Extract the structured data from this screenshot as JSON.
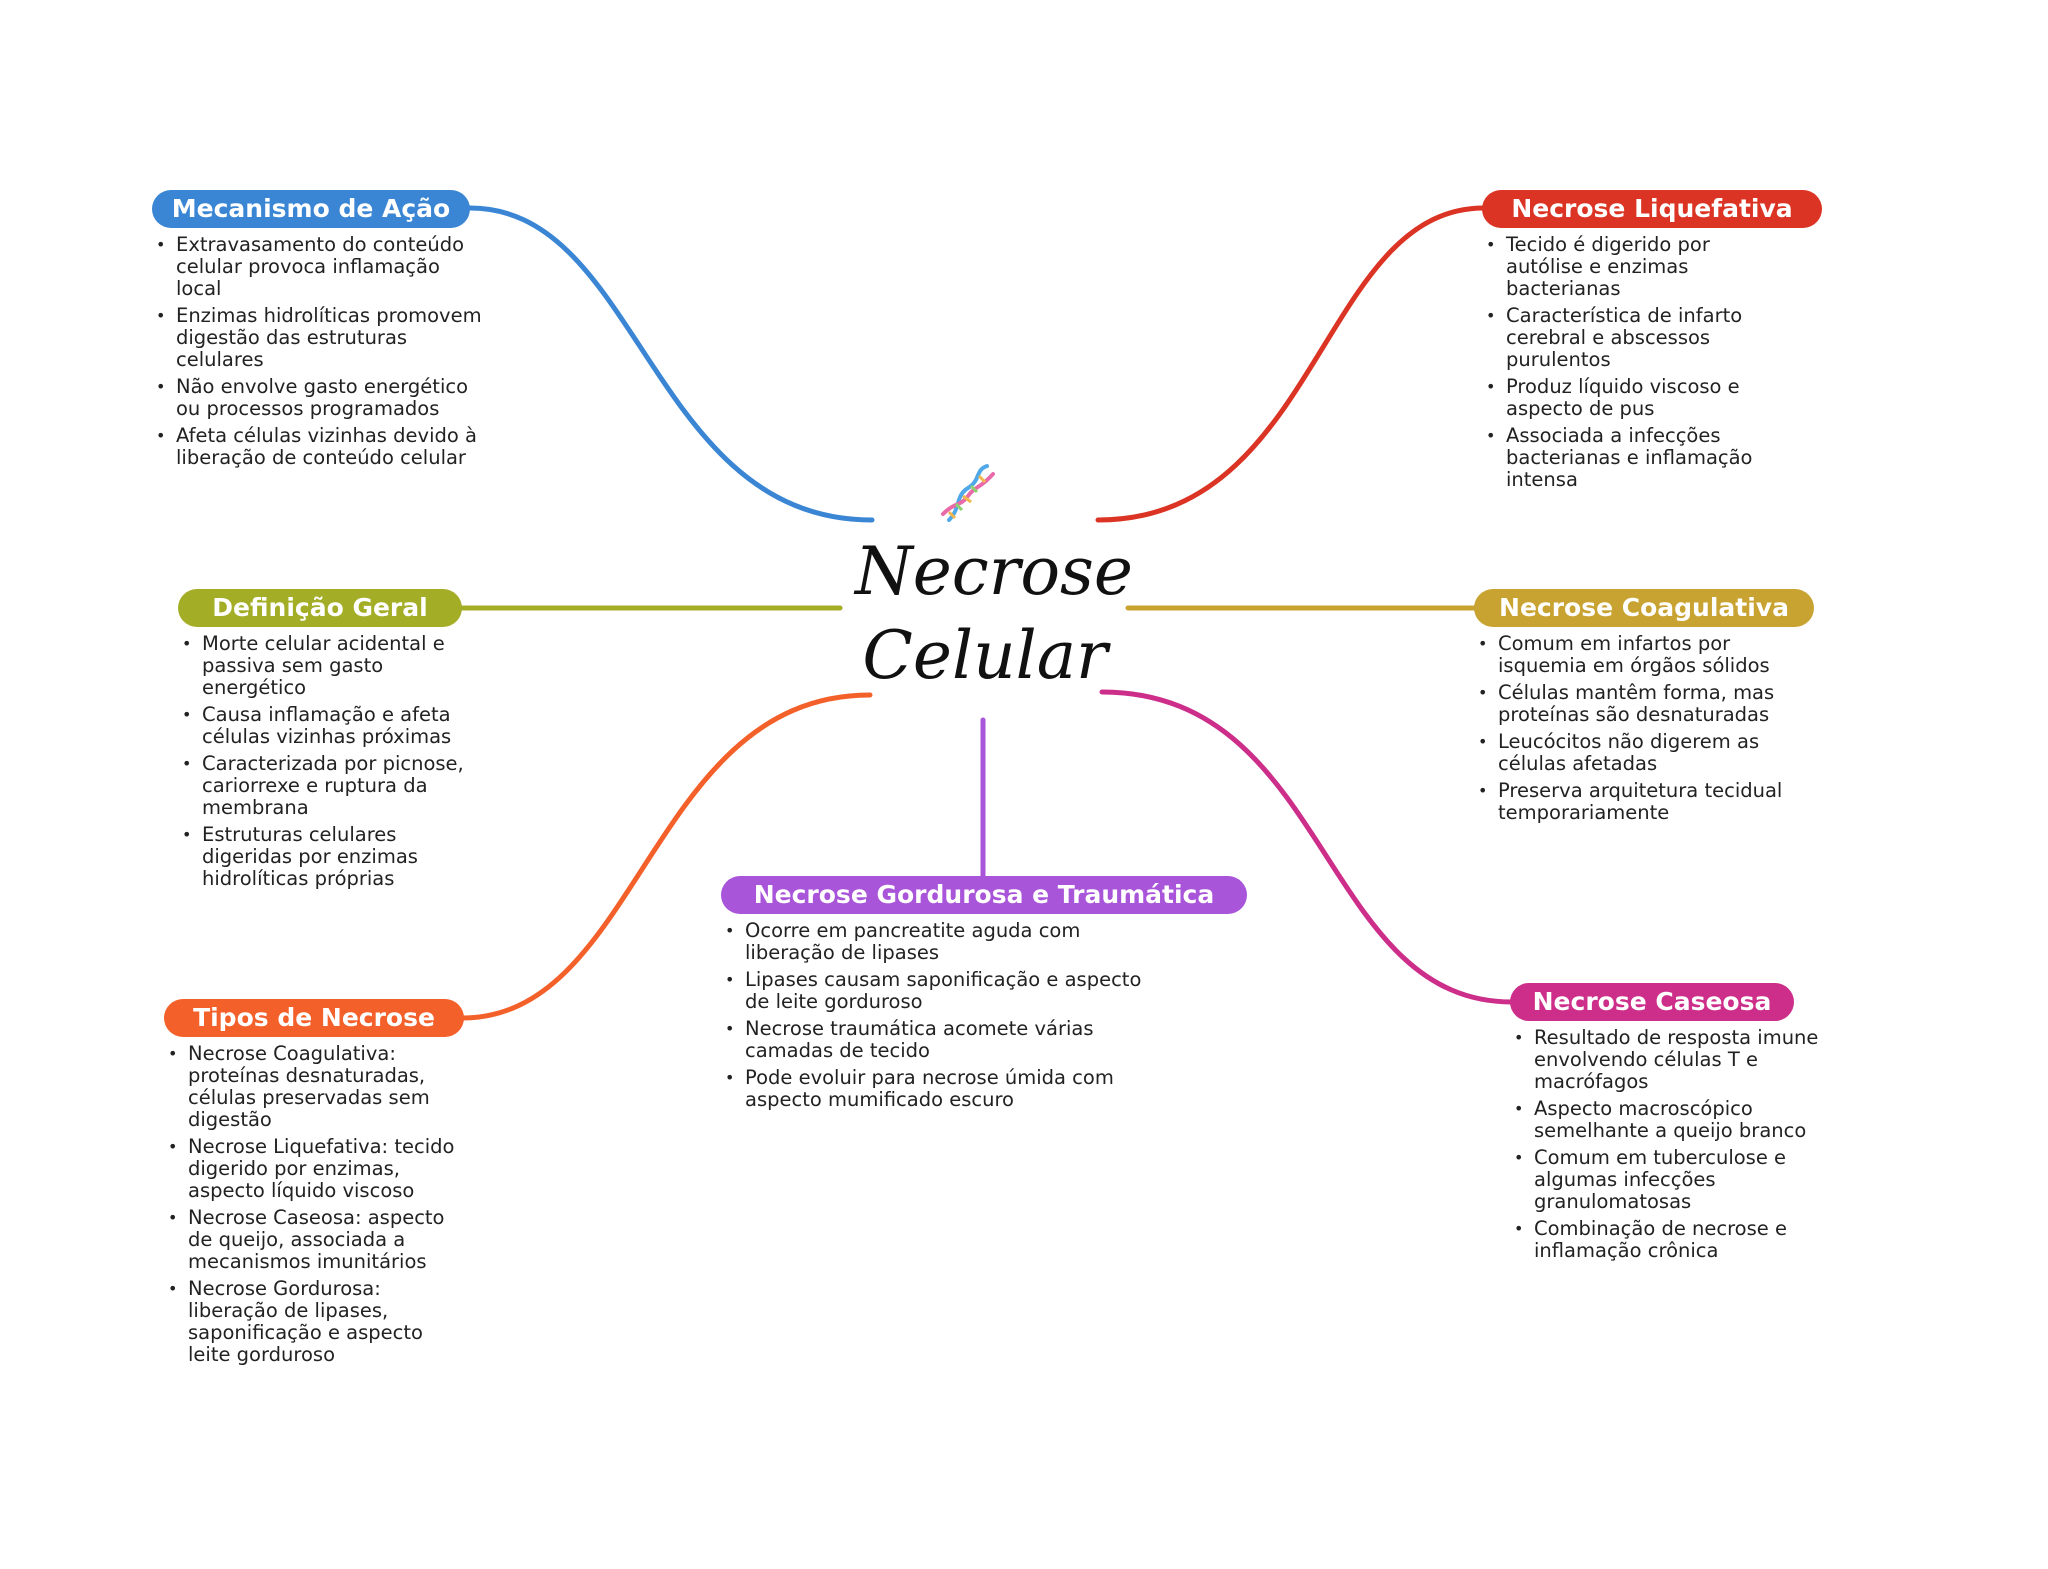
{
  "center": {
    "line1": "Necrose",
    "line2": "Celular",
    "icon": "dna-icon"
  },
  "branches": [
    {
      "id": "mecanismo",
      "title": "Mecanismo de Ação",
      "color": "#3A86D4",
      "items": [
        "Extravasamento do conteúdo celular provoca inflamação local",
        "Enzimas hidrolíticas promovem digestão das estruturas celulares",
        "Não envolve gasto energético ou processos programados",
        "Afeta células vizinhas devido à liberação de conteúdo celular"
      ]
    },
    {
      "id": "definicao",
      "title": "Definição Geral",
      "color": "#A3AE26",
      "items": [
        "Morte celular acidental e passiva sem gasto energético",
        "Causa inflamação e afeta células vizinhas próximas",
        "Caracterizada por picnose, cariorrexe e ruptura da membrana",
        "Estruturas celulares digeridas por enzimas hidrolíticas próprias"
      ]
    },
    {
      "id": "tipos",
      "title": "Tipos de Necrose",
      "color": "#F4602A",
      "items": [
        "Necrose Coagulativa: proteínas desnaturadas, células preservadas sem digestão",
        "Necrose Liquefativa: tecido digerido por enzimas, aspecto líquido viscoso",
        "Necrose Caseosa: aspecto de queijo, associada a mecanismos imunitários",
        "Necrose Gordurosa: liberação de lipases, saponificação e aspecto leite gorduroso"
      ]
    },
    {
      "id": "gordurosa",
      "title": "Necrose Gordurosa e Traumática",
      "color": "#A855D9",
      "items": [
        "Ocorre em pancreatite aguda com liberação de lipases",
        "Lipases causam saponificação e aspecto de leite gorduroso",
        "Necrose traumática acomete várias camadas de tecido",
        "Pode evoluir para necrose úmida com aspecto mumificado escuro"
      ]
    },
    {
      "id": "liquefativa",
      "title": "Necrose Liquefativa",
      "color": "#DC3424",
      "items": [
        "Tecido é digerido por autólise e enzimas bacterianas",
        "Característica de infarto cerebral e abscessos purulentos",
        "Produz líquido viscoso e aspecto de pus",
        "Associada a infecções bacterianas e inflamação intensa"
      ]
    },
    {
      "id": "coagulativa",
      "title": "Necrose Coagulativa",
      "color": "#C9A331",
      "items": [
        "Comum em infartos por isquemia em órgãos sólidos",
        "Células mantêm forma, mas proteínas são desnaturadas",
        "Leucócitos não digerem as células afetadas",
        "Preserva arquitetura tecidual temporariamente"
      ]
    },
    {
      "id": "caseosa",
      "title": "Necrose Caseosa",
      "color": "#CC2E8A",
      "items": [
        "Resultado de resposta imune envolvendo células T e macrófagos",
        "Aspecto macroscópico semelhante a queijo branco",
        "Comum em tuberculose e algumas infecções granulomatosas",
        "Combinação de necrose e inflamação crônica"
      ]
    }
  ]
}
